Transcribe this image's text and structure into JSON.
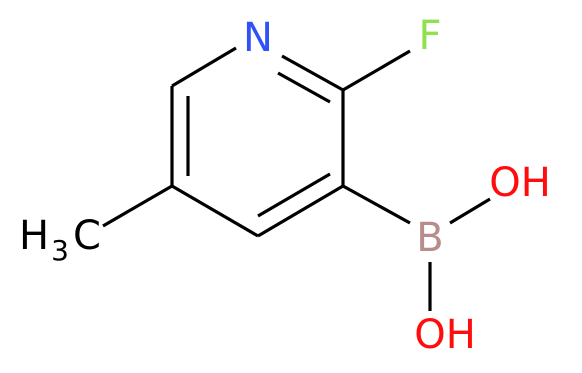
{
  "molecule": {
    "atoms": {
      "n": {
        "symbol": "N",
        "color": "#3050F8"
      },
      "f": {
        "symbol": "F",
        "color": "#90E050"
      },
      "b": {
        "symbol": "B",
        "color": "#B98C8C"
      },
      "oh_top": {
        "symbol": "OH",
        "color": "#FF0D0D"
      },
      "oh_bottom": {
        "symbol": "OH",
        "color": "#FF0D0D"
      },
      "methyl": {
        "symbol": "H",
        "subscript": "3",
        "suffix": "C",
        "color": "#000000"
      }
    }
  }
}
